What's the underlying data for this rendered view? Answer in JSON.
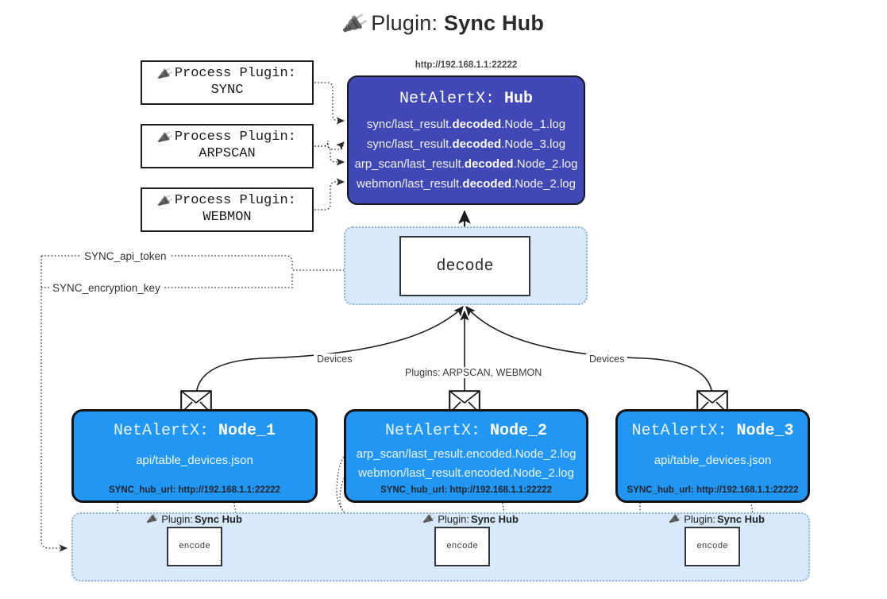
{
  "title": {
    "icon": "plug-icon",
    "prefix": "Plugin:",
    "name": "Sync Hub"
  },
  "process_plugins": [
    {
      "icon": "plug-icon",
      "label": "Process Plugin:",
      "plugin": "SYNC"
    },
    {
      "icon": "plug-icon",
      "label": "Process Plugin:",
      "plugin": "ARPSCAN"
    },
    {
      "icon": "plug-icon",
      "label": "Process Plugin:",
      "plugin": "WEBMON"
    }
  ],
  "hub": {
    "url": "http://192.168.1.1:22222",
    "title_prefix": "NetAlertX:",
    "title_name": "Hub",
    "logs": [
      {
        "pre": "sync/last_result.",
        "em": "decoded",
        "post": ".Node_1.log"
      },
      {
        "pre": "sync/last_result.",
        "em": "decoded",
        "post": ".Node_3.log"
      },
      {
        "pre": "arp_scan/last_result.",
        "em": "decoded",
        "post": ".Node_2.log"
      },
      {
        "pre": "webmon/last_result.",
        "em": "decoded",
        "post": ".Node_2.log"
      }
    ]
  },
  "decode": {
    "label": "decode"
  },
  "keys": {
    "api_token": "SYNC_api_token",
    "encryption_key": "SYNC_encryption_key"
  },
  "edge_labels": {
    "devices_left": "Devices",
    "devices_right": "Devices",
    "plugins_center": "Plugins: ARPSCAN, WEBMON"
  },
  "nodes": [
    {
      "icon": "envelope-icon",
      "title_prefix": "NetAlertX:",
      "title_name": "Node_1",
      "lines": [
        "api/table_devices.json"
      ],
      "footer": "SYNC_hub_url: http://192.168.1.1:22222"
    },
    {
      "icon": "envelope-icon",
      "title_prefix": "NetAlertX:",
      "title_name": "Node_2",
      "lines": [
        "arp_scan/last_result.encoded.Node_2.log",
        "webmon/last_result.encoded.Node_2.log"
      ],
      "footer": "SYNC_hub_url: http://192.168.1.1:22222"
    },
    {
      "icon": "envelope-icon",
      "title_prefix": "NetAlertX:",
      "title_name": "Node_3",
      "lines": [
        "api/table_devices.json"
      ],
      "footer": "SYNC_hub_url: http://192.168.1.1:22222"
    }
  ],
  "encoders": [
    {
      "icon": "plug-icon",
      "label_prefix": "Plugin:",
      "label_name": "Sync Hub",
      "box": "encode"
    },
    {
      "icon": "plug-icon",
      "label_prefix": "Plugin:",
      "label_name": "Sync Hub",
      "box": "encode"
    },
    {
      "icon": "plug-icon",
      "label_prefix": "Plugin:",
      "label_name": "Sync Hub",
      "box": "encode"
    }
  ],
  "colors": {
    "hub_fill": "#3f48b5",
    "node_fill": "#2196f3",
    "container_fill": "#d7e9fb",
    "container_border": "#8fb4cf",
    "stroke": "#1d1d1d"
  }
}
